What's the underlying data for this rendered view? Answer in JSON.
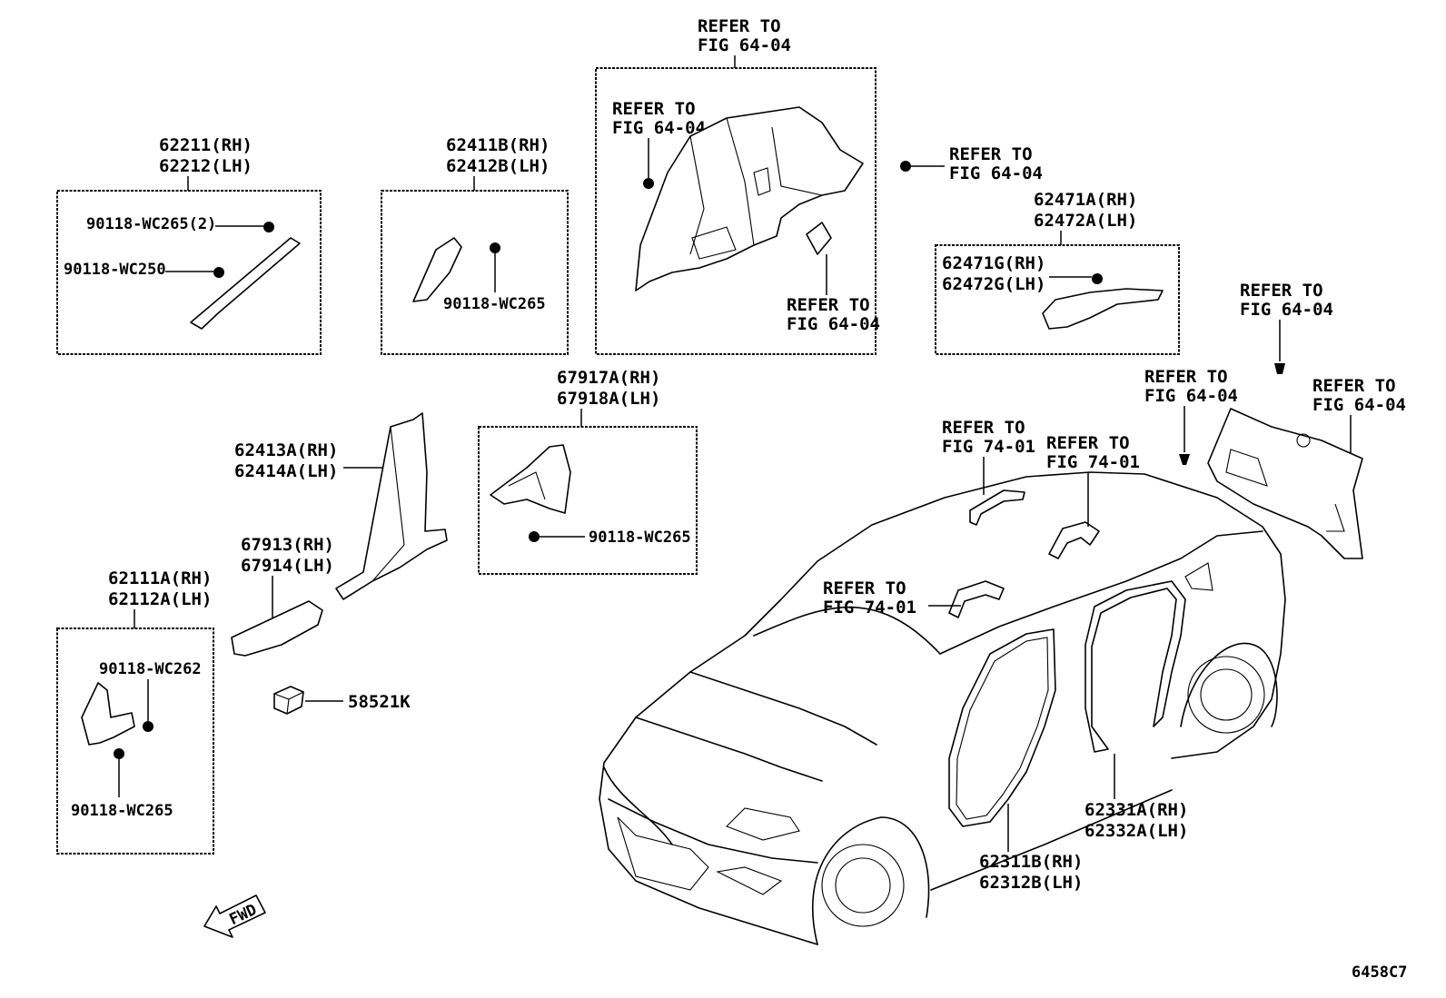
{
  "diagram_code": "6458C7",
  "fwd": "FWD",
  "refers": {
    "r1": [
      "REFER TO",
      "FIG 64-04"
    ],
    "r2": [
      "REFER TO",
      "FIG 64-04"
    ],
    "r3": [
      "REFER TO",
      "FIG 64-04"
    ],
    "r4": [
      "REFER TO",
      "FIG 64-04"
    ],
    "r5": [
      "REFER TO",
      "FIG 64-04"
    ],
    "r6": [
      "REFER TO",
      "FIG 64-04"
    ],
    "r7": [
      "REFER TO",
      "FIG 64-04"
    ],
    "r8": [
      "REFER TO",
      "FIG 74-01"
    ],
    "r9": [
      "REFER TO",
      "FIG 74-01"
    ],
    "r10": [
      "REFER TO",
      "FIG 74-01"
    ]
  },
  "parts": {
    "p62211": [
      "62211(RH)",
      "62212(LH)"
    ],
    "p90118_2": "90118-WC265(2)",
    "p90118_250": "90118-WC250",
    "p62411": [
      "62411B(RH)",
      "62412B(LH)"
    ],
    "p90118_b": "90118-WC265",
    "p62471a": [
      "62471A(RH)",
      "62472A(LH)"
    ],
    "p62471g": [
      "62471G(RH)",
      "62472G(LH)"
    ],
    "p67917": [
      "67917A(RH)",
      "67918A(LH)"
    ],
    "p90118_c": "90118-WC265",
    "p62413": [
      "62413A(RH)",
      "62414A(LH)"
    ],
    "p67913": [
      "67913(RH)",
      "67914(LH)"
    ],
    "p62111": [
      "62111A(RH)",
      "62112A(LH)"
    ],
    "p90118_262": "90118-WC262",
    "p90118_d": "90118-WC265",
    "p58521": "58521K",
    "p62331": [
      "62331A(RH)",
      "62332A(LH)"
    ],
    "p62311": [
      "62311B(RH)",
      "62312B(LH)"
    ]
  }
}
